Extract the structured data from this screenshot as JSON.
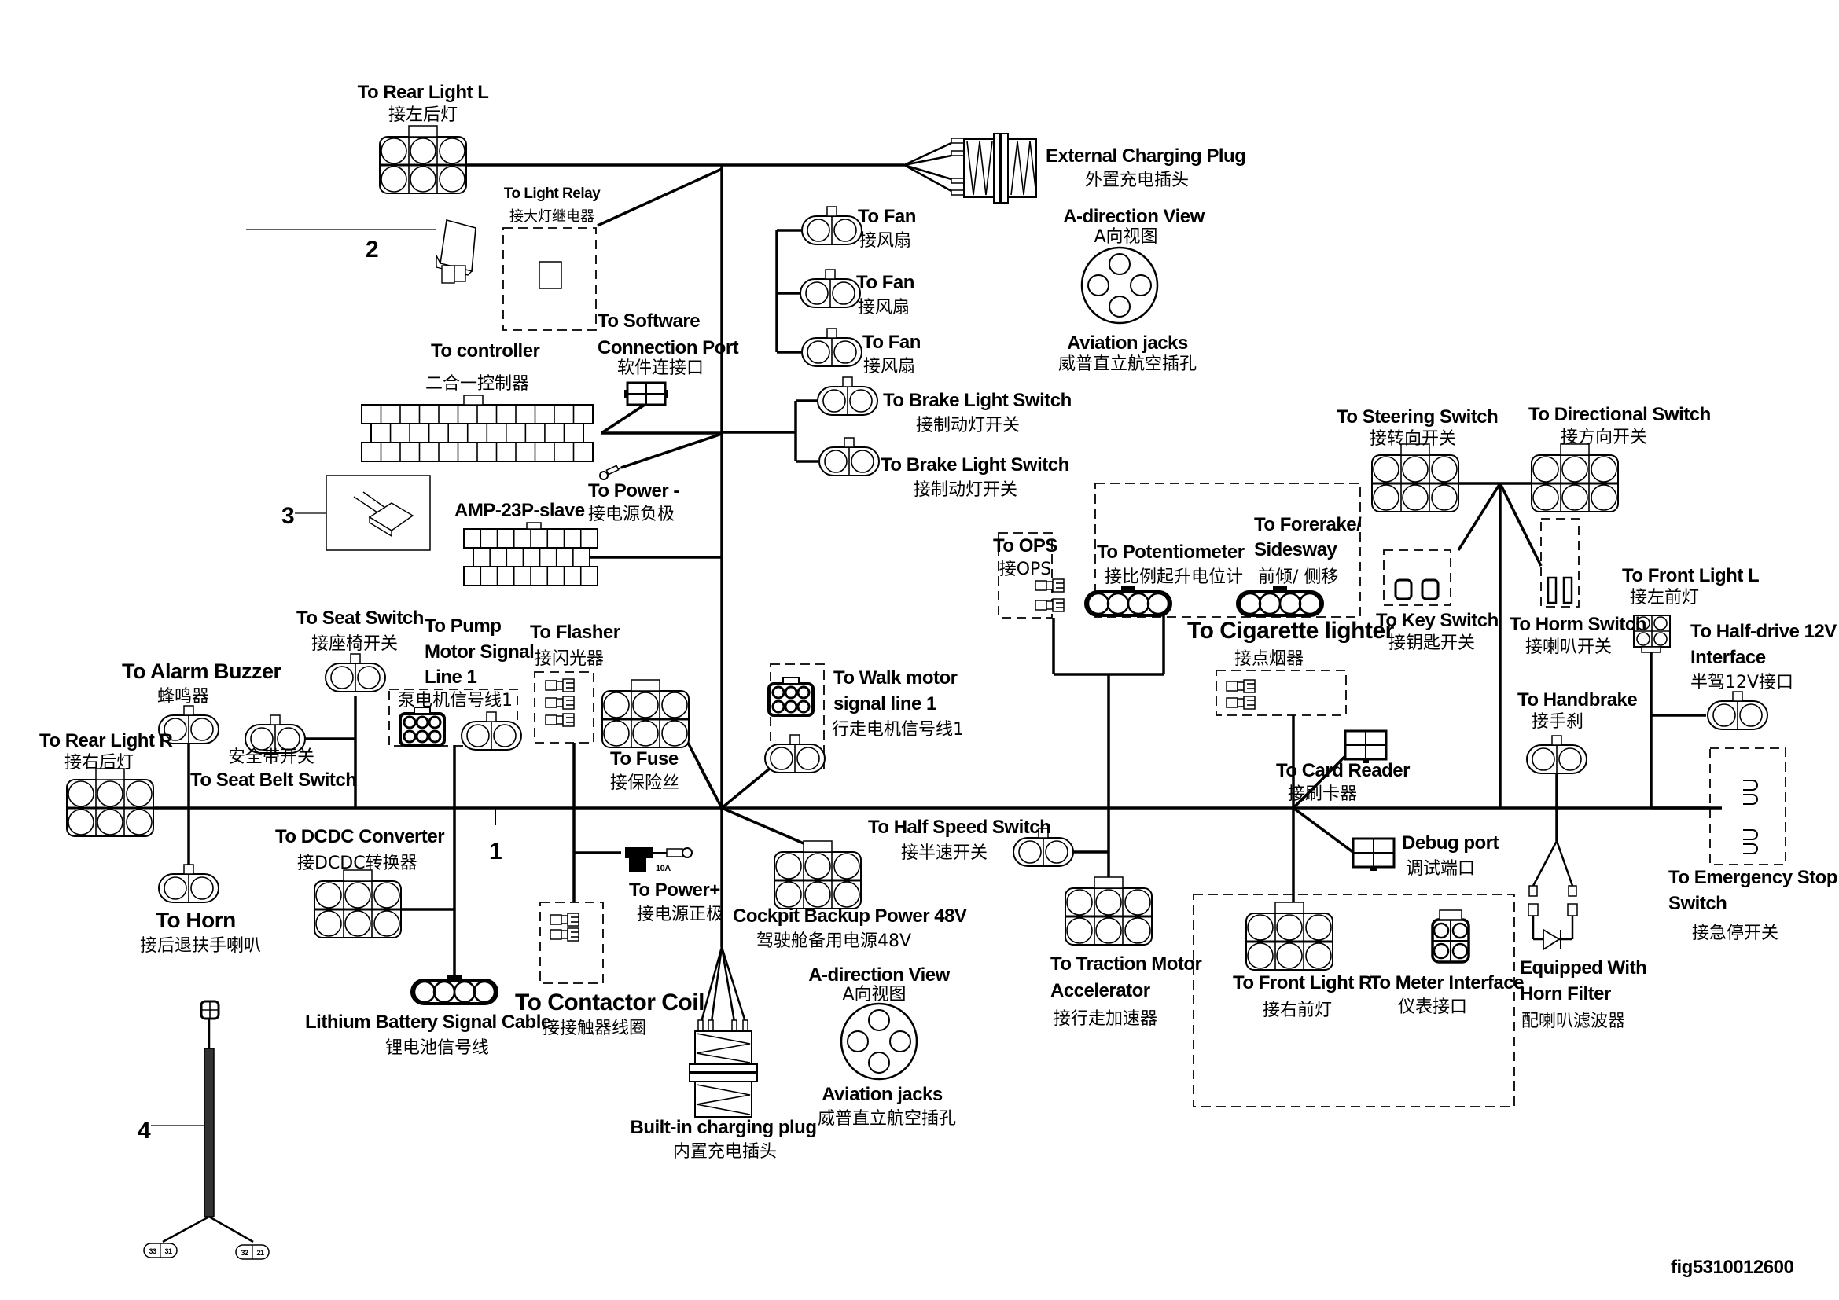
{
  "figure_id": "fig5310012600",
  "callouts": [
    "1",
    "2",
    "3",
    "4"
  ],
  "colors": {
    "line": "#000000",
    "background": "#ffffff"
  },
  "labels": {
    "rear_light_l": {
      "en": "To Rear Light L",
      "cn": "接左后灯"
    },
    "light_relay": {
      "en": "To Light Relay",
      "cn": "接大灯继电器"
    },
    "external_charging_plug": {
      "en": "External Charging Plug",
      "cn": "外置充电插头"
    },
    "a_view_top": {
      "en": "A-direction View",
      "cn": "A向视图"
    },
    "aviation_jacks_top": {
      "en": "Aviation jacks",
      "cn": "威普直立航空插孔"
    },
    "fan_1": {
      "en": "To Fan",
      "cn": "接风扇"
    },
    "fan_2": {
      "en": "To Fan",
      "cn": "接风扇"
    },
    "fan_3": {
      "en": "To Fan",
      "cn": "接风扇"
    },
    "software_port": {
      "en1": "To Software",
      "en2": "Connection Port",
      "cn": "软件连接口"
    },
    "controller": {
      "en": "To controller",
      "cn": "二合一控制器"
    },
    "brake_switch_1": {
      "en": "To Brake Light Switch",
      "cn": "接制动灯开关"
    },
    "brake_switch_2": {
      "en": "To Brake Light Switch",
      "cn": "接制动灯开关"
    },
    "power_neg": {
      "en": "To Power -",
      "cn": "接电源负极"
    },
    "amp_slave": {
      "en": "AMP-23P-slave"
    },
    "ops": {
      "en": "To OPS",
      "cn": "接OPS"
    },
    "potentiometer": {
      "en": "To Potentiometer",
      "cn": "接比例起升电位计"
    },
    "forerake": {
      "en1": "To  Forerake/",
      "en2": "Sidesway",
      "cn": "前倾/ 侧移"
    },
    "cigarette": {
      "en": "To  Cigarette lighter",
      "cn": "接点烟器"
    },
    "steering_switch": {
      "en": "To Steering Switch",
      "cn": "接转向开关"
    },
    "directional_switch": {
      "en": "To Directional Switch",
      "cn": "接方向开关"
    },
    "key_switch": {
      "en": "To Key Switch",
      "cn": "接钥匙开关"
    },
    "horn_switch": {
      "en": "To Horm Switch",
      "cn": "接喇叭开关"
    },
    "front_light_l": {
      "en": "To Front Light L",
      "cn": "接左前灯"
    },
    "half_drive": {
      "en1": "To Half-drive 12V",
      "en2": "Interface",
      "cn": "半驾12V接口"
    },
    "handbrake": {
      "en": "To Handbrake",
      "cn": "接手刹"
    },
    "emergency_stop": {
      "en1": "To Emergency Stop",
      "en2": "Switch",
      "cn": "接急停开关"
    },
    "horn_filter": {
      "en1": "Equipped With",
      "en2": "Horn Filter",
      "cn": "配喇叭滤波器"
    },
    "card_reader": {
      "en": "To Card Reader",
      "cn": "接刷卡器"
    },
    "debug_port": {
      "en": "Debug port",
      "cn": "调试端口"
    },
    "front_light_r": {
      "en": "To Front Light R",
      "cn": "接右前灯"
    },
    "meter_interface": {
      "en": "To Meter Interface",
      "cn": "仪表接口"
    },
    "traction_accel": {
      "en1": "To Traction Motor",
      "en2": "Accelerator",
      "cn": "接行走加速器"
    },
    "half_speed": {
      "en": "To Half Speed Switch",
      "cn": "接半速开关"
    },
    "walk_motor": {
      "en1": "To Walk motor",
      "en2": "signal line 1",
      "cn": "行走电机信号线1"
    },
    "cockpit_power": {
      "en": "Cockpit Backup Power 48V",
      "cn": "驾驶舱备用电源48V"
    },
    "a_view_bottom": {
      "en": "A-direction View",
      "cn": "A向视图"
    },
    "aviation_jacks_bottom": {
      "en": "Aviation jacks",
      "cn": "威普直立航空插孔"
    },
    "builtin_plug": {
      "en": "Built-in charging plug",
      "cn": "内置充电插头"
    },
    "power_pos": {
      "en": "To Power+",
      "cn": "接电源正极",
      "fuse_rating": "10A"
    },
    "contactor_coil": {
      "en": "To  Contactor Coil",
      "cn": "接接触器线圈"
    },
    "lithium_signal": {
      "en": "Lithium Battery Signal Cable",
      "cn": "锂电池信号线"
    },
    "dcdc": {
      "en": "To DCDC Converter",
      "cn": "接DCDC转换器"
    },
    "fuse": {
      "en": "To Fuse",
      "cn": "接保险丝"
    },
    "flasher": {
      "en": "To Flasher",
      "cn": "接闪光器"
    },
    "pump_signal": {
      "en1": "To Pump",
      "en2": "Motor Signal",
      "en3": "Line 1",
      "cn": "泵电机信号线1"
    },
    "seat_switch": {
      "en": "To Seat Switch",
      "cn": "接座椅开关"
    },
    "seat_belt": {
      "en": "To Seat Belt Switch",
      "cn": "安全带开关"
    },
    "alarm_buzzer": {
      "en": "To Alarm Buzzer",
      "cn": "蜂鸣器"
    },
    "rear_light_r": {
      "en": "To Rear Light R",
      "cn": "接右后灯"
    },
    "horn": {
      "en": "To Horn",
      "cn": "接后退扶手喇叭"
    },
    "harness4_pins": [
      "33",
      "31",
      "32",
      "21"
    ]
  }
}
